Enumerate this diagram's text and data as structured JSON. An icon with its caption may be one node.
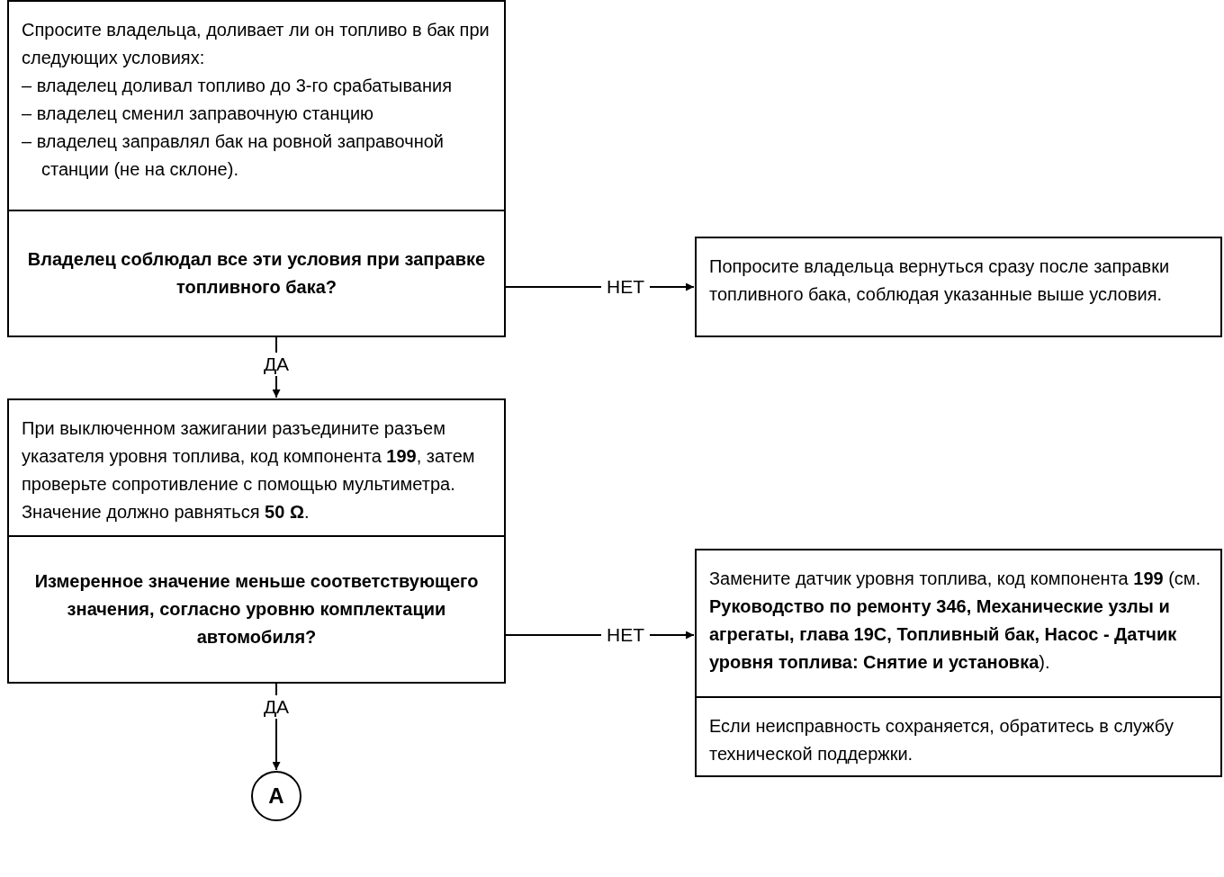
{
  "diagram": {
    "nodes": [
      {
        "text": [
          "Спросите владельца, доливает ли он топливо в бак при следующих условиях:",
          "– владелец доливал топливо до 3-го срабатывания",
          "– владелец сменил заправочную станцию",
          "– владелец заправлял бак на ровной заправочной станции (не на склоне)."
        ]
      },
      {
        "text": [
          "Владелец соблюдал все эти условия при заправке топливного бака?"
        ]
      },
      {
        "text": [
          "Попросите владельца вернуться сразу после заправки топливного бака, соблюдая указанные выше условия."
        ]
      },
      {
        "text": [
          "При выключенном зажигании разъедините разъем указателя уровня топлива, код компонента **199**, затем проверьте сопротивление с помощью мультиметра. Значение должно равняться **50 Ω**."
        ]
      },
      {
        "text": [
          "Измеренное значение меньше соответствующего значения, согласно уровню комплектации автомобиля?"
        ]
      },
      {
        "text": [
          "Замените датчик уровня топлива, код компонента **199** (см. **Руководство по ремонту 346, Механические узлы и агрегаты, глава 19C, Топливный бак, Насос - Датчик уровня топлива: Снятие и установка**)."
        ]
      },
      {
        "text": [
          "Если неисправность сохраняется, обратитесь в службу технической поддержки."
        ]
      },
      {
        "text": [
          "A"
        ]
      }
    ],
    "edges": [
      {
        "from": 1,
        "to": 2,
        "arrow": "to",
        "label": "НЕТ"
      },
      {
        "from": 1,
        "to": 3,
        "arrow": "to",
        "label": "ДА"
      },
      {
        "from": 4,
        "to": 5,
        "arrow": "to",
        "label": "НЕТ"
      },
      {
        "from": 4,
        "to": 7,
        "arrow": "to",
        "label": "ДА"
      }
    ]
  }
}
